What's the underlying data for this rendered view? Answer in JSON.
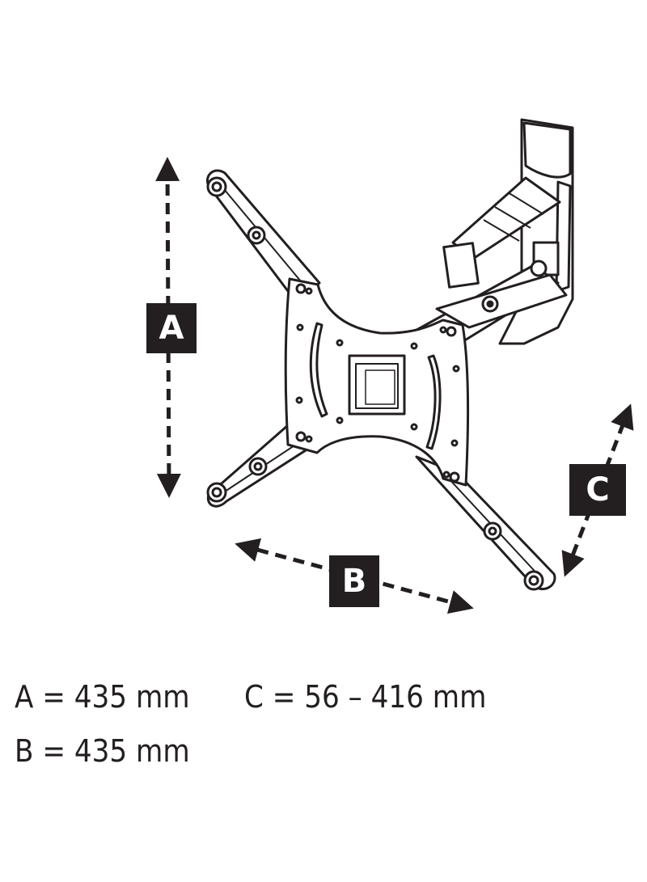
{
  "labels": {
    "a": "A",
    "b": "B",
    "c": "C"
  },
  "specs": {
    "a": "A = 435 mm",
    "b": "B = 435 mm",
    "c": "C = 56 – 416 mm"
  },
  "colors": {
    "ink": "#231f20",
    "paper": "#ffffff"
  }
}
